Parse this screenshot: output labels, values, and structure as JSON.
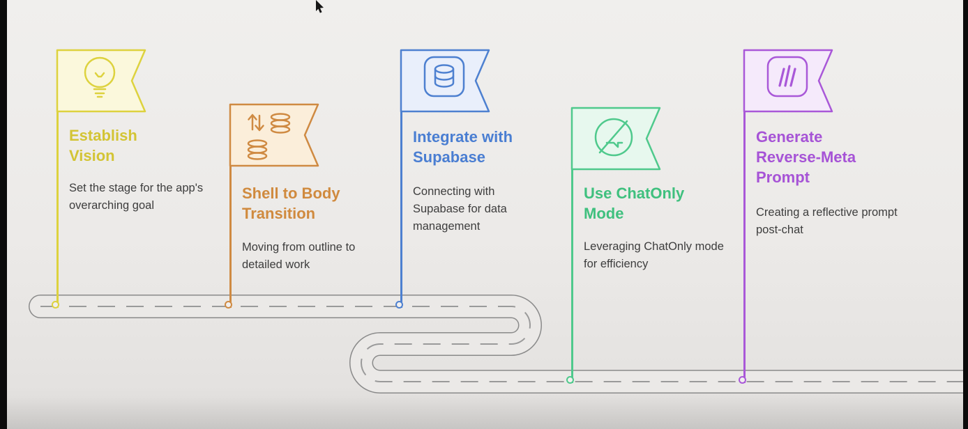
{
  "scene": {
    "background_color": "#eceae8",
    "road_edge_color": "#8a8a8a",
    "road_surface_color": "#ebe9e7",
    "road_dash_color": "#9a9a9a",
    "cursor_icon": "mouse-pointer-icon"
  },
  "milestones": [
    {
      "title": "Establish Vision",
      "description": "Set the stage for the app's overarching goal",
      "icon": "lightbulb-icon",
      "color": "#ddd23e",
      "tint": "#fbf8dc",
      "title_color": "#d3c434"
    },
    {
      "title": "Shell to Body Transition",
      "description": "Moving from outline to detailed work",
      "icon": "data-transfer-icon",
      "color": "#cf8a42",
      "tint": "#fbeeda",
      "title_color": "#d08a3e"
    },
    {
      "title": "Integrate with Supabase",
      "description": "Connecting with Supabase for data management",
      "icon": "database-icon",
      "color": "#4d80d0",
      "tint": "#e9effb",
      "title_color": "#4a7ed2"
    },
    {
      "title": "Use ChatOnly Mode",
      "description": "Leveraging ChatOnly mode for efficiency",
      "icon": "chat-disabled-icon",
      "color": "#4fc98c",
      "tint": "#e7f8ee",
      "title_color": "#3fc07e"
    },
    {
      "title": "Generate Reverse-Meta Prompt",
      "description": "Creating a reflective prompt post-chat",
      "icon": "triple-slash-icon",
      "color": "#a958d8",
      "tint": "#f5eafb",
      "title_color": "#a653d6"
    }
  ]
}
